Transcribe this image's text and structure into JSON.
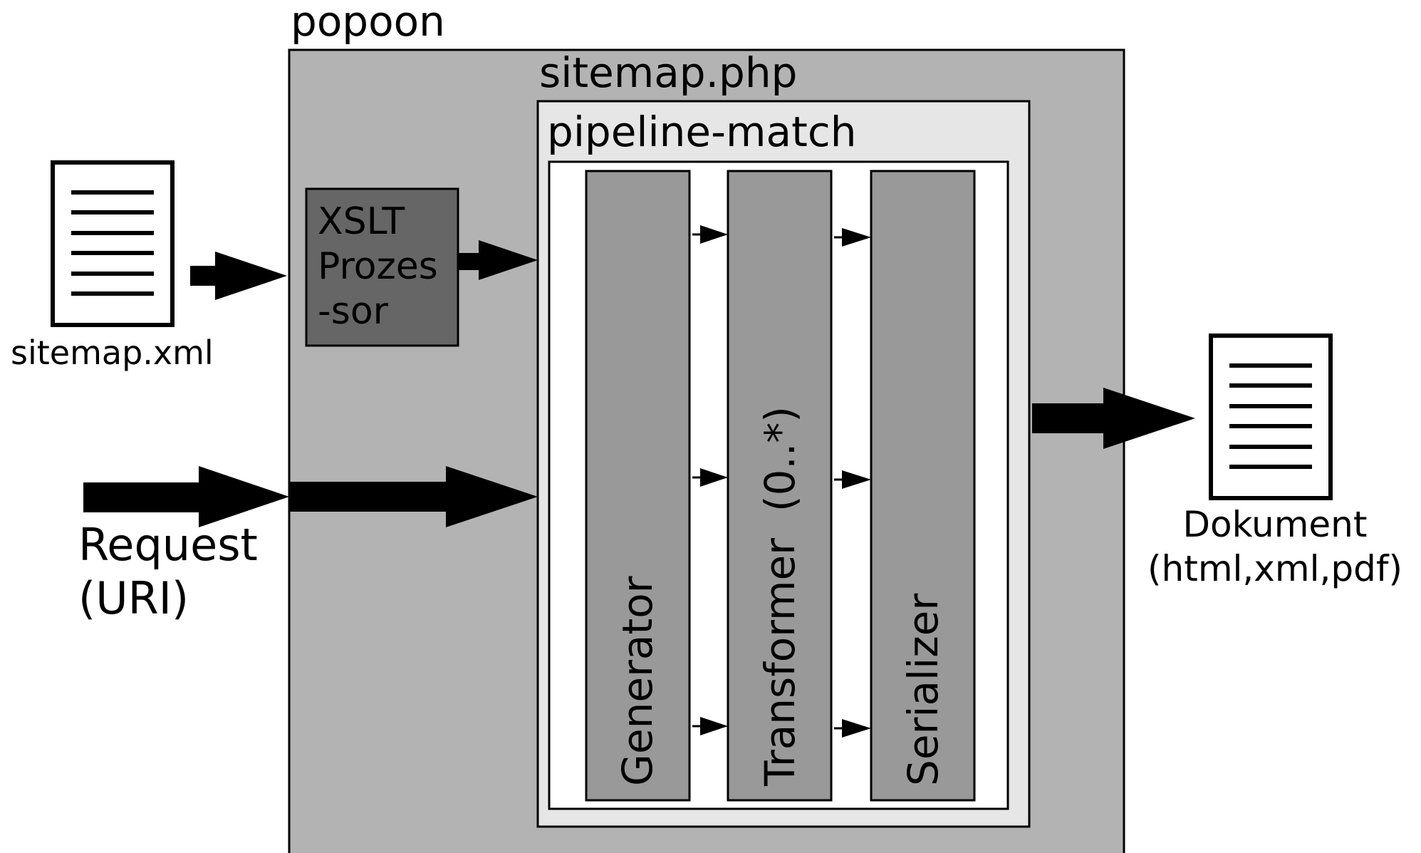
{
  "labels": {
    "popoon": "popoon",
    "sitemap_php": "sitemap.php",
    "pipeline_match": "pipeline-match",
    "xslt_line1": "XSLT",
    "xslt_line2": "Prozes",
    "xslt_line3": "-sor",
    "sitemap_xml": "sitemap.xml",
    "request_line1": "Request",
    "request_line2": "(URI)",
    "generator": "Generator",
    "transformer": "Transformer  (0..*)",
    "serializer": "Serializer",
    "dokument_line1": "Dokument",
    "dokument_line2": "(html,xml,pdf)"
  },
  "colors": {
    "popoon_fill": "#b3b3b3",
    "sitemap_fill": "#e6e6e6",
    "pipeline_fill": "#ffffff",
    "stage_fill": "#999999",
    "xslt_fill": "#666666",
    "outline": "#000000"
  },
  "icons": {
    "input_document": "document-icon",
    "output_document": "document-icon"
  }
}
